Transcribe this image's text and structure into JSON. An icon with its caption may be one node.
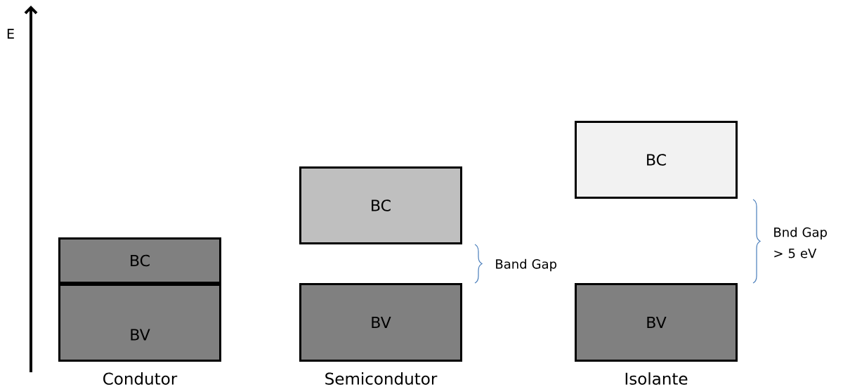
{
  "diagram": {
    "nodes": [
      {
        "text": [
          "BC"
        ]
      },
      {
        "text": [
          "BV"
        ],
        "beside": [
          "Condutor"
        ]
      },
      {
        "text": [
          "BC"
        ]
      },
      {
        "text": [
          "BV"
        ],
        "beside": [
          "Semicondutor"
        ]
      },
      {
        "text": [
          "BC"
        ]
      },
      {
        "text": [
          "BV"
        ],
        "beside": [
          "Isolante"
        ]
      }
    ],
    "labels": [
      "E",
      "Band Gap",
      "Bnd Gap > 5 eV"
    ]
  }
}
